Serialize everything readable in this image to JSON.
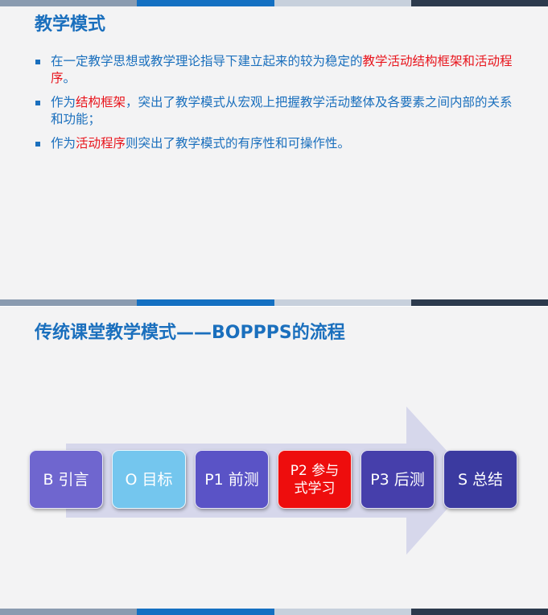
{
  "slide1": {
    "title": "教学模式",
    "bullets": [
      {
        "parts": [
          {
            "text": "在一定教学思想或教学理论指导下建立起来的较为稳定的",
            "red": false
          },
          {
            "text": "教学活动结构框架",
            "red": true
          },
          {
            "text": "和活动程序",
            "red": true
          },
          {
            "text": "。",
            "red": false
          }
        ]
      },
      {
        "parts": [
          {
            "text": "作为",
            "red": false
          },
          {
            "text": "结构框架",
            "red": true
          },
          {
            "text": "，突出了教学模式从宏观上把握教学活动整体及各要素之间内部的关系和功能；",
            "red": false
          }
        ]
      },
      {
        "parts": [
          {
            "text": "作为",
            "red": false
          },
          {
            "text": "活动程序",
            "red": true
          },
          {
            "text": "则突出了教学模式的有序性和可操作性。",
            "red": false
          }
        ]
      }
    ]
  },
  "slide2": {
    "title": "传统课堂教学模式——BOPPPS的流程",
    "steps": [
      {
        "label": "B  引言",
        "color": "#6f66cf"
      },
      {
        "label": "O  目标",
        "color": "#74c6ee"
      },
      {
        "label": "P1  前测",
        "color": "#5a53c6"
      },
      {
        "label_line1": "P2  参与",
        "label_line2": "式学习",
        "color": "#ee0d0d"
      },
      {
        "label": "P3  后测",
        "color": "#463fab"
      },
      {
        "label": "S  总结",
        "color": "#3b3aa0"
      }
    ]
  },
  "colors": {
    "title_blue": "#1a6fbd",
    "highlight_red": "#e8141c",
    "arrow": "#d6d7eb"
  }
}
